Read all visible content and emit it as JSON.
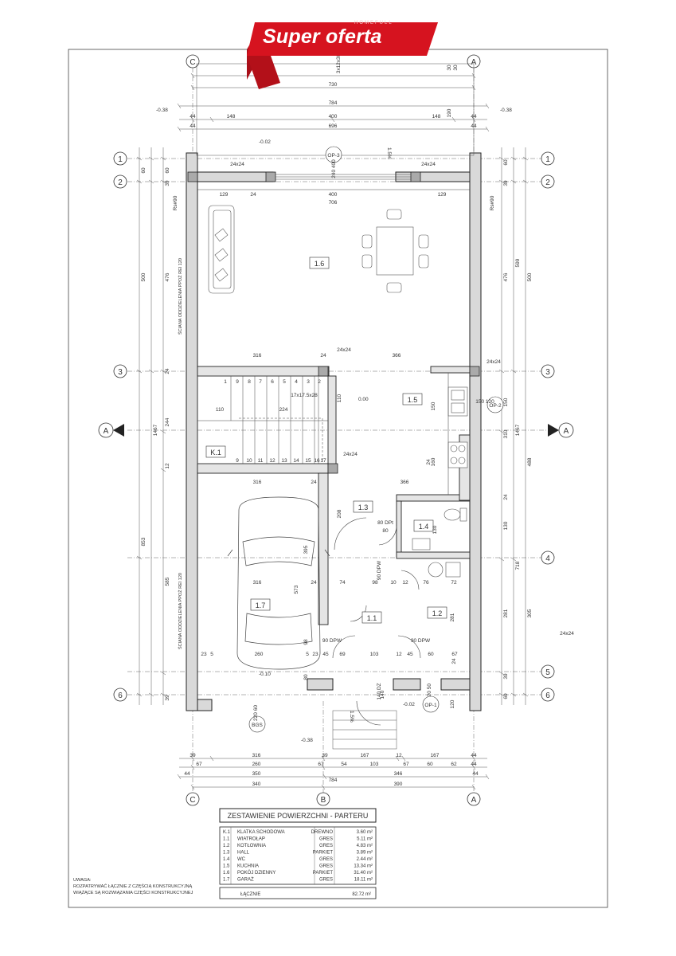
{
  "banner": {
    "title": "Super oferta",
    "subtitle": "HOMEFULL",
    "color": "#d6131f"
  },
  "axes": {
    "top": [
      "C",
      "A"
    ],
    "bottom": [
      "C",
      "B",
      "A"
    ],
    "rows_left": [
      "1",
      "2",
      "3",
      "6"
    ],
    "rows_right": [
      "1",
      "2",
      "3",
      "4",
      "5",
      "6"
    ],
    "section": "A"
  },
  "dimensions": {
    "top": [
      "730",
      "784",
      "44",
      "148",
      "400",
      "148",
      "44",
      "44",
      "696",
      "44",
      "3x12x30",
      "30",
      "30",
      "190"
    ],
    "levels": [
      "-0.38",
      "-0.38",
      "-0.02",
      "0.00",
      "-0.10",
      "-0.02",
      "-0.38"
    ],
    "slope": [
      "1.5%",
      "1.5%"
    ],
    "left_vertical": [
      "60",
      "39",
      "500",
      "476",
      "1467",
      "244",
      "12",
      "853",
      "585",
      "39",
      "24",
      "60"
    ],
    "right_vertical": [
      "60",
      "39",
      "476",
      "599",
      "500",
      "488",
      "1467",
      "718",
      "305",
      "281",
      "130",
      "24",
      "150",
      "310",
      "39",
      "60"
    ],
    "bottom": [
      "39",
      "316",
      "39",
      "167",
      "12",
      "167",
      "44",
      "67",
      "260",
      "67",
      "54",
      "103",
      "67",
      "60",
      "62",
      "44",
      "44",
      "350",
      "346",
      "44",
      "784",
      "340",
      "390"
    ],
    "interior": [
      "24x24",
      "24x24",
      "129",
      "24",
      "400",
      "129",
      "706",
      "316",
      "24",
      "24x24",
      "366",
      "24x24",
      "17x17.5x28",
      "110",
      "224",
      "110",
      "150",
      "24x24",
      "24",
      "316",
      "24",
      "366",
      "208",
      "395",
      "573",
      "316",
      "24",
      "74",
      "98",
      "10",
      "12",
      "76",
      "72",
      "281",
      "23",
      "5",
      "260",
      "5",
      "23",
      "45",
      "69",
      "103",
      "12",
      "45",
      "60",
      "67",
      "80",
      "98",
      "160",
      "24",
      "120",
      "140",
      "130",
      "24x24"
    ],
    "stairs_top": [
      "9",
      "8",
      "7",
      "6",
      "5",
      "4",
      "3",
      "2",
      "1"
    ],
    "stairs_bottom": [
      "9",
      "10",
      "11",
      "12",
      "13",
      "14",
      "15",
      "16",
      "17"
    ],
    "doors": [
      "80 DPt",
      "90 DPW",
      "90 DPW",
      "90 DPW",
      "140 DZ",
      "120 50"
    ],
    "other": [
      "Rs#90",
      "Rs#90",
      "OP-3",
      "OP-2",
      "OP-1",
      "BGS",
      "240 400",
      "220 60",
      "80",
      "150 120"
    ]
  },
  "wall_notes": {
    "upper": "ŚCIANA ODDZIELENIA PPOŻ REI 120",
    "lower": "ŚCIANA ODDZIELENIA PPOŻ REI 120"
  },
  "rooms": [
    {
      "id": "1.6"
    },
    {
      "id": "1.5"
    },
    {
      "id": "K.1"
    },
    {
      "id": "1.3"
    },
    {
      "id": "1.4"
    },
    {
      "id": "1.7"
    },
    {
      "id": "1.1"
    },
    {
      "id": "1.2"
    }
  ],
  "table": {
    "title": "ZESTAWIENIE POWIERZCHNI - PARTERU",
    "rows": [
      {
        "no": "K.1",
        "name": "KLATKA SCHODOWA",
        "floor": "DREWNO",
        "area": "3.60 m²"
      },
      {
        "no": "1.1",
        "name": "WIATROŁAP",
        "floor": "GRES",
        "area": "5.11 m²"
      },
      {
        "no": "1.2",
        "name": "KOTŁOWNIA",
        "floor": "GRES",
        "area": "4.83 m²"
      },
      {
        "no": "1.3",
        "name": "HALL",
        "floor": "PARKIET",
        "area": "3.89 m²"
      },
      {
        "no": "1.4",
        "name": "WC",
        "floor": "GRES",
        "area": "2.44 m²"
      },
      {
        "no": "1.5",
        "name": "KUCHNIA",
        "floor": "GRES",
        "area": "13.34 m²"
      },
      {
        "no": "1.6",
        "name": "POKÓJ DZIENNY",
        "floor": "PARKIET",
        "area": "31.40 m²"
      },
      {
        "no": "1.7",
        "name": "GARAŻ",
        "floor": "GRES",
        "area": "18.11 m²"
      }
    ],
    "total_label": "ŁĄCZNIE",
    "total_value": "82.72 m²"
  },
  "notes": {
    "title": "UWAGA:",
    "line1": "ROZPATRYWAĆ ŁĄCZNIE Z CZĘŚCIĄ KONSTRUKCYJNĄ",
    "line2": "WIĄŻĄCE SĄ ROZWIĄZANIA CZĘŚCI KONSTRUKCYJNEJ"
  }
}
